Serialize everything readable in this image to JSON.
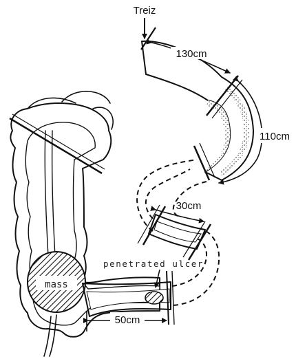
{
  "labels": {
    "treiz": "Treiz",
    "len_130": "130cm",
    "len_110": "110cm",
    "len_30": "30cm",
    "len_50": "50cm",
    "penetrated_ulcer": "penetrated ulcer",
    "mass": "mass"
  },
  "colors": {
    "ink": "#111111",
    "mucosa_fill": "#ffffff",
    "stipple": "#555555"
  }
}
